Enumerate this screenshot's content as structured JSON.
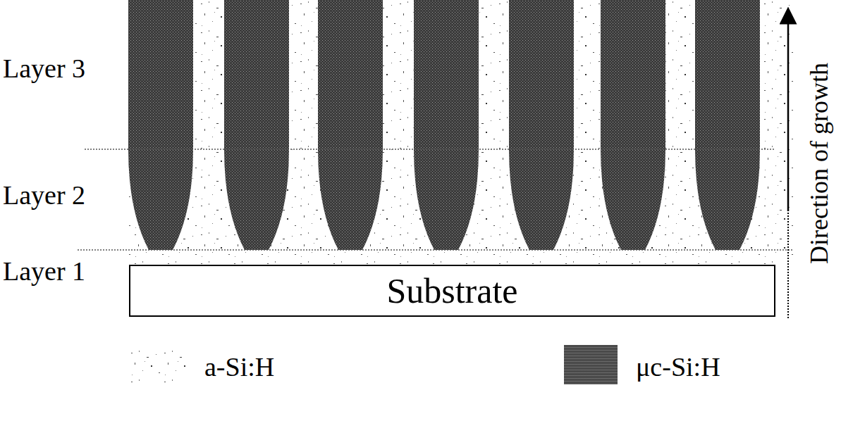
{
  "diagram": {
    "nodes": [
      {
        "text": [
          "Substrate"
        ]
      }
    ],
    "labels": [
      "Layer 3",
      "Layer 2",
      "Layer 1",
      "Direction of growth"
    ],
    "legend": [
      {
        "text": "a-Si:H"
      },
      {
        "text": "μc-Si:H",
        "color": "#4a4a4a"
      }
    ]
  }
}
